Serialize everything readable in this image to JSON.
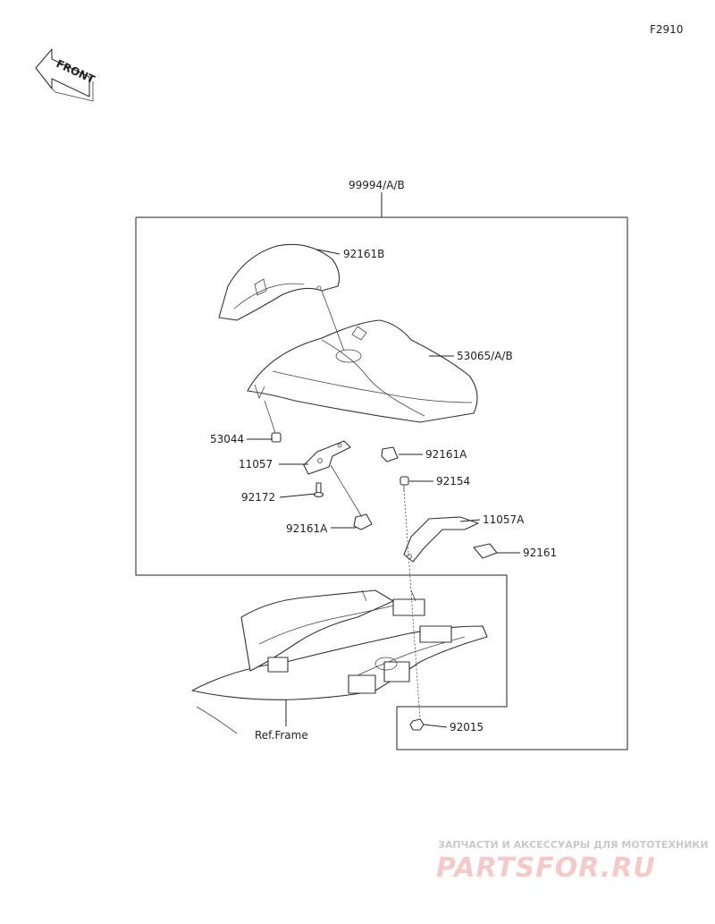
{
  "figure_code": "F2910",
  "front_arrow_text": "FRONT",
  "labels": {
    "assembly": "99994/A/B",
    "cover_top": "92161B",
    "seat_cover": "53065/A/B",
    "nut_53044": "53044",
    "bracket_11057": "11057",
    "bolt_92172": "92172",
    "damper_92161A_left": "92161A",
    "damper_92161A_right": "92161A",
    "bolt_92154": "92154",
    "bracket_11057A": "11057A",
    "pad_92161": "92161",
    "nut_92015": "92015",
    "ref_frame": "Ref.Frame"
  },
  "watermark": {
    "line1": "ЗАПЧАСТИ И АКСЕССУАРЫ ДЛЯ МОТОТЕХНИКИ",
    "line2": "PARTSFOR.RU"
  }
}
